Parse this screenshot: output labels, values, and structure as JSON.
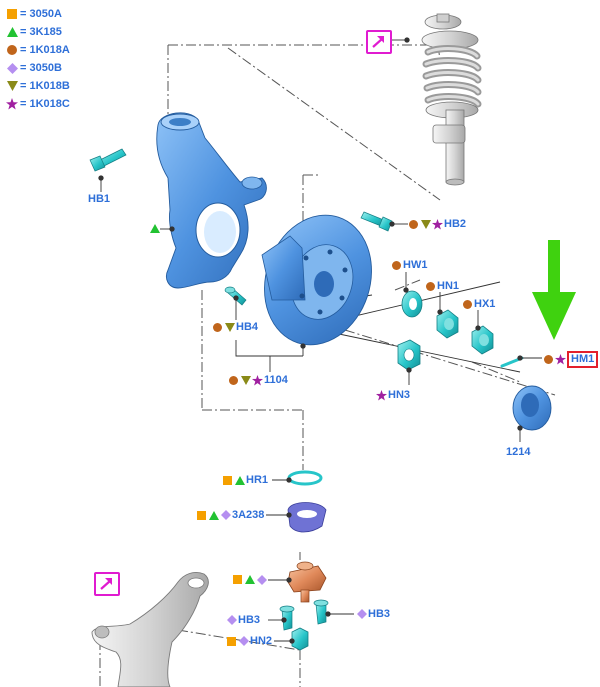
{
  "legend": [
    {
      "shape": "square",
      "color": "#f5a000",
      "text": "= 3050A"
    },
    {
      "shape": "triangle-up",
      "color": "#22c232",
      "text": "= 3K185"
    },
    {
      "shape": "circle",
      "color": "#c0651b",
      "text": "= 1K018A"
    },
    {
      "shape": "diamond",
      "color": "#b58ff0",
      "text": "= 3050B"
    },
    {
      "shape": "triangle-down",
      "color": "#8a8a18",
      "text": "= 1K018B"
    },
    {
      "shape": "star",
      "color": "#a020a0",
      "text": "= 1K018C"
    }
  ],
  "callouts": {
    "hb1": "HB1",
    "hb2": "HB2",
    "hb4": "HB4",
    "p1104": "1104",
    "hw1": "HW1",
    "hn1": "HN1",
    "hx1": "HX1",
    "hn3": "HN3",
    "hm1": "HM1",
    "p1214": "1214",
    "hr1": "HR1",
    "p3a238": "3A238",
    "hb3_left": "HB3",
    "hb3_right": "HB3",
    "hn2": "HN2"
  },
  "colors": {
    "part_blue": "#4f93e0",
    "part_cyan": "#27c5c9",
    "part_copper": "#e0895a",
    "part_grey": "#d3d3d3",
    "label_blue": "#2e6fd8",
    "highlight_red": "#e3202c",
    "arrow_green": "#3fd20f",
    "link_magenta": "#e01bd0"
  },
  "icons": [
    "external-link-icon",
    "green-arrow-icon"
  ]
}
